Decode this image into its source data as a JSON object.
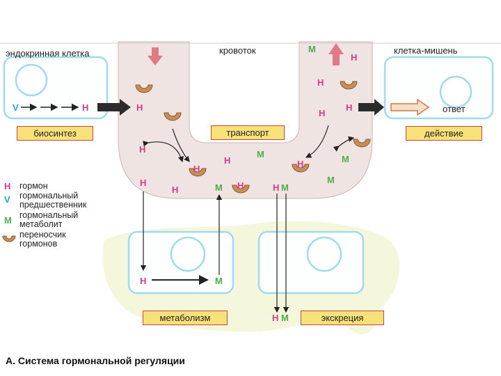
{
  "labels": {
    "endocrine_cell": "эндокринная клетка",
    "bloodstream": "кровоток",
    "target_cell": "клетка-мишень",
    "response": "ответ"
  },
  "boxes": {
    "biosynthesis": "биосинтез",
    "transport": "транспорт",
    "action": "действие",
    "metabolism": "метаболизм",
    "excretion": "экскреция"
  },
  "symbols": {
    "hormone": "Н",
    "metabolite": "М",
    "precursor": "V"
  },
  "legend": {
    "hormone": "гормон",
    "precursor": "гормональный предшественник",
    "metabolite": "гормональный метаболит",
    "carrier": "переносчик гормонов"
  },
  "caption": "А. Система гормональной регуляции",
  "colors": {
    "hormone": "#d43a86",
    "metabolite": "#4fae49",
    "precursor": "#27a6c8",
    "cell_outline": "#9fdaf0",
    "vessel_fill": "#efe4e2",
    "box_fill": "#f7e27a",
    "box_border": "#c7443f",
    "carrier": "#c98e58"
  }
}
